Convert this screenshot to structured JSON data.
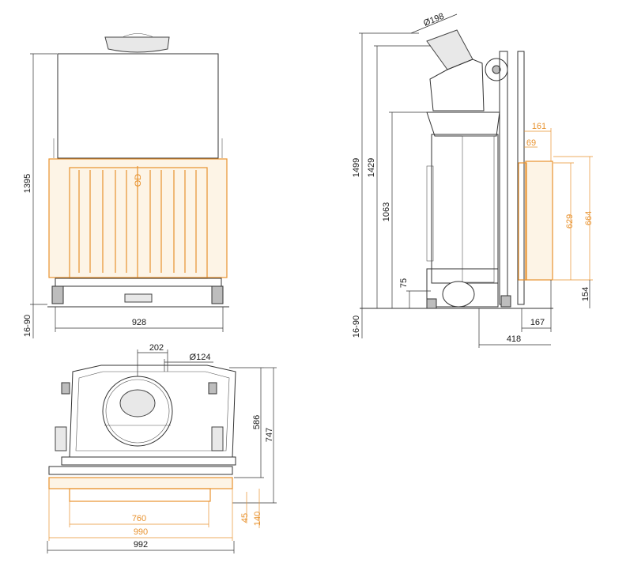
{
  "colors": {
    "outline": "#333333",
    "highlight": "#e8922e",
    "background": "#ffffff"
  },
  "front_view": {
    "width": "928",
    "height": "1395",
    "feet": "16-90",
    "door_mark": "OD"
  },
  "side_view": {
    "flue_diameter": "Ø198",
    "total_height": "1499",
    "flue_height": "1429",
    "body_height": "1063",
    "bottom_height": "75",
    "feet": "16-90",
    "depth_top": "161",
    "frame_depth": "69",
    "door_inner": "629",
    "door_outer": "664",
    "door_bottom": "154",
    "frame_width": "167",
    "total_depth": "418"
  },
  "top_view": {
    "flue_offset": "202",
    "air_diameter": "Ø124",
    "depth_inner": "586",
    "depth_total": "747",
    "opening_width": "760",
    "frame_width": "990",
    "total_width": "992",
    "frame_front": "45",
    "frame_depth": "140"
  }
}
